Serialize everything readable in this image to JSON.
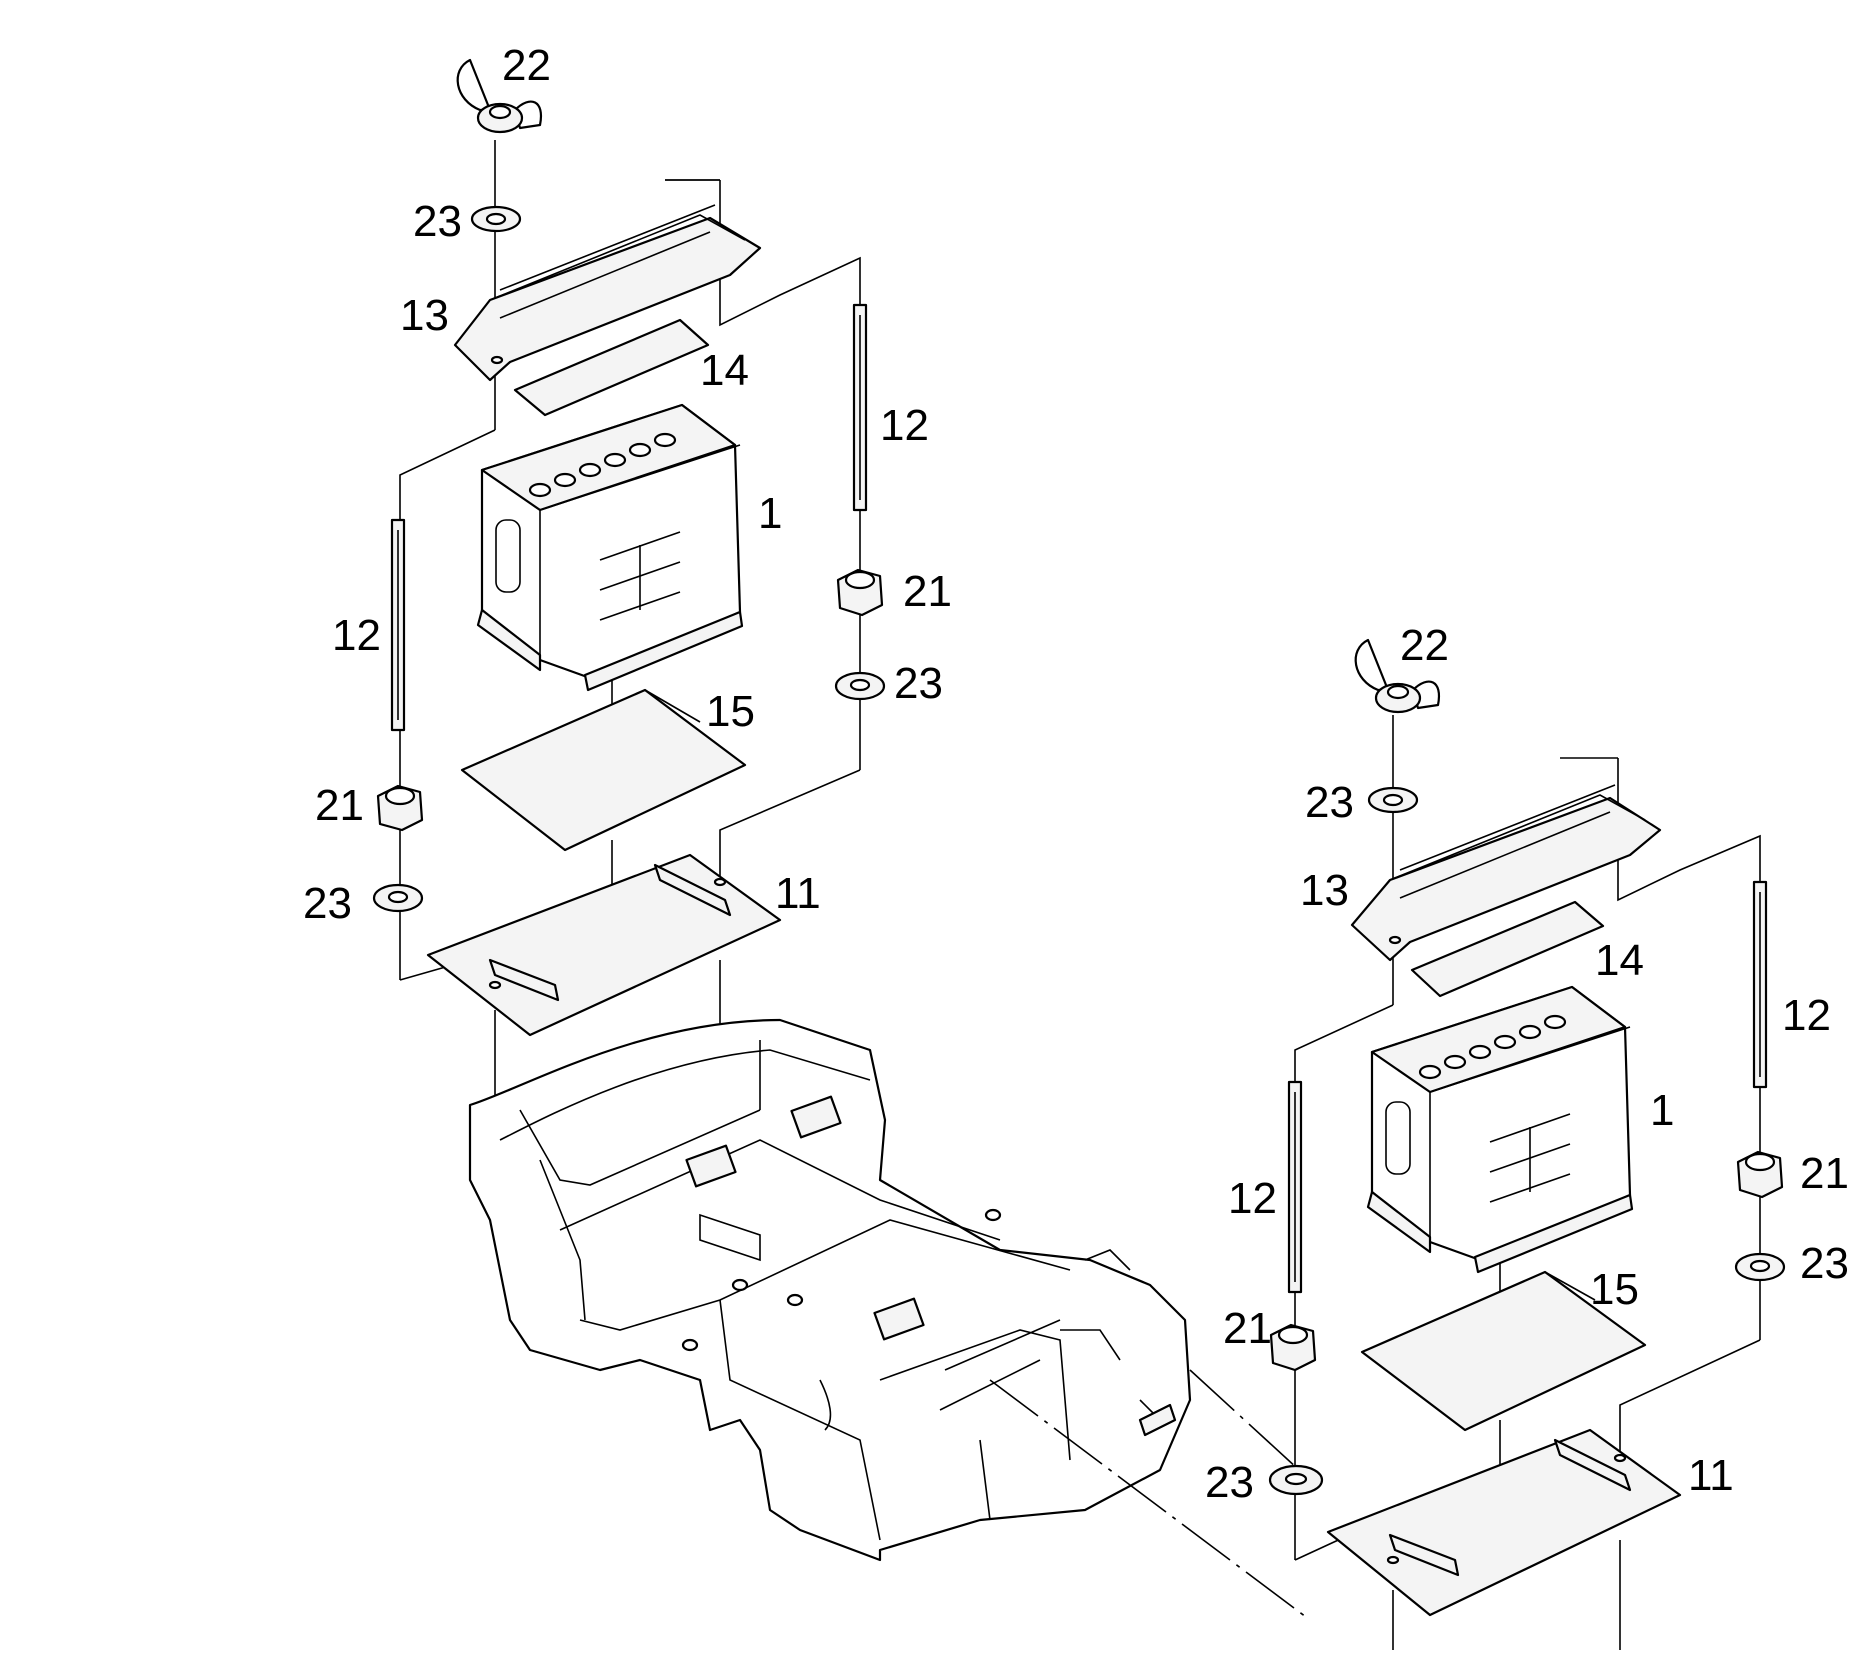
{
  "diagram": {
    "kind": "exploded parts drawing – battery mounting",
    "callouts": {
      "battery": "1",
      "tray": "11",
      "tie_rod": "12",
      "clamp_bar": "13",
      "top_pad": "14",
      "bottom_pad": "15",
      "hex_nut": "21",
      "wing_nut": "22",
      "washer": "23"
    }
  }
}
